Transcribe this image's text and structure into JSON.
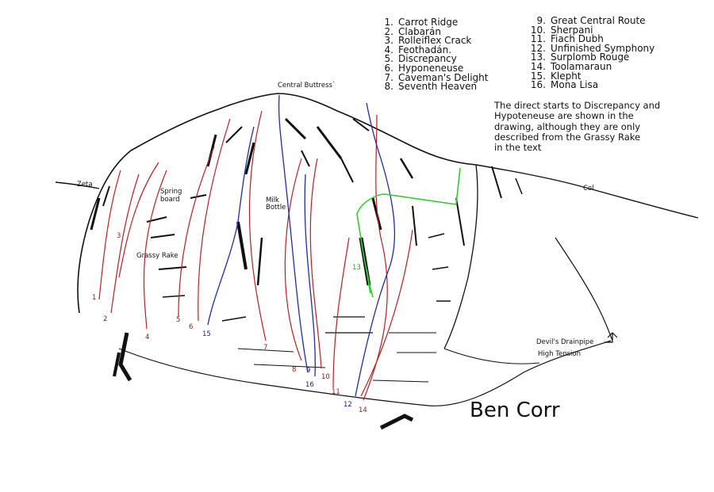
{
  "title": "Ben Corr",
  "legend_left": [
    {
      "num": "1.",
      "name": "Carrot Ridge"
    },
    {
      "num": "2.",
      "name": "Clabarán"
    },
    {
      "num": "3.",
      "name": "Rolleiflex Crack"
    },
    {
      "num": "4.",
      "name": "Feothadán."
    },
    {
      "num": "5.",
      "name": "Discrepancy"
    },
    {
      "num": "6.",
      "name": "Hyponeneuse"
    },
    {
      "num": "7.",
      "name": "Caveman's Delight"
    },
    {
      "num": "8.",
      "name": "Seventh Heaven"
    }
  ],
  "legend_right": [
    {
      "num": "9.",
      "name": "Great Central Route"
    },
    {
      "num": "10.",
      "name": "Sherpani"
    },
    {
      "num": "11.",
      "name": "Fiach Dubh"
    },
    {
      "num": "12.",
      "name": "Unfinished Symphony"
    },
    {
      "num": "13.",
      "name": "Surplomb Rouge"
    },
    {
      "num": "14.",
      "name": "Toolamaraun"
    },
    {
      "num": "15.",
      "name": "Klepht"
    },
    {
      "num": "16.",
      "name": "Mona Lisa"
    }
  ],
  "note": {
    "line1": "The direct starts to Discrepancy and",
    "line2": "Hypoteneuse are shown in the",
    "line3": "drawing, although they are only",
    "line4": "described from the Grassy Rake",
    "line5": "in the text"
  },
  "labels": {
    "central_buttress": "Central Buttress`",
    "zeta": "Zeta",
    "spring": "Spring",
    "board": "board",
    "milk": "Milk",
    "bottle": "Bottle",
    "grassy_rake": "Grassy Rake",
    "col": "Col",
    "devils_drainpipe": "Devil's Drainpipe",
    "high_tension": "High Tension"
  },
  "route_numbers": {
    "n1": "1",
    "n2": "2",
    "n3": "3",
    "n4": "4",
    "n5": "5",
    "n6": "6",
    "n7": "7",
    "n8": "8",
    "n9": "9",
    "n10": "10",
    "n11": "11",
    "n12": "12",
    "n13": "13",
    "n14": "14",
    "n15": "15",
    "n16": "16"
  },
  "colors": {
    "red_route": "#b22222",
    "blue_route": "#1f2f9a",
    "green_route": "#33cc33",
    "ink": "#111111"
  }
}
